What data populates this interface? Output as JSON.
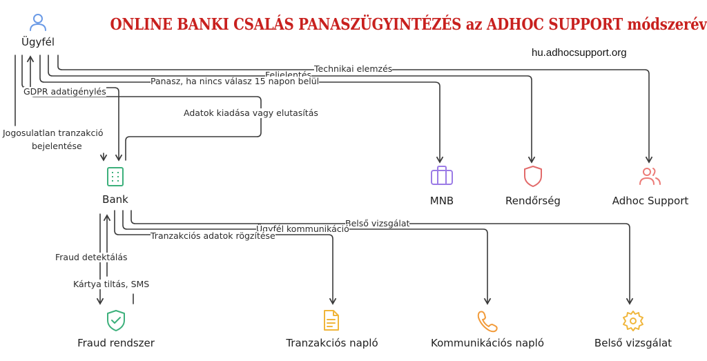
{
  "header": {
    "title": "ONLINE BANKI CSALÁS PANASZÜGYINTÉZÉS az ADHOC SUPPORT módszerével",
    "url": "hu.adhocsupport.org"
  },
  "nodes": {
    "ugyfel": {
      "label": "Ügyfél",
      "icon": "user-icon",
      "color": "#6a9ae6"
    },
    "bank": {
      "label": "Bank",
      "icon": "building-icon",
      "color": "#3cb07b"
    },
    "mnb": {
      "label": "MNB",
      "icon": "briefcase-icon",
      "color": "#9b7be6"
    },
    "rendorseg": {
      "label": "Rendőrség",
      "icon": "shield-icon",
      "color": "#e26a6a"
    },
    "adhoc": {
      "label": "Adhoc Support",
      "icon": "users-icon",
      "color": "#ec7b77"
    },
    "fraud": {
      "label": "Fraud rendszer",
      "icon": "shield-check-icon",
      "color": "#3cb07b"
    },
    "tranzakcios": {
      "label": "Tranzakciós napló",
      "icon": "file-text-icon",
      "color": "#f0b53a"
    },
    "kommunikacios": {
      "label": "Kommunikációs napló",
      "icon": "phone-icon",
      "color": "#f29b3a"
    },
    "belso": {
      "label": "Belső vizsgálat",
      "icon": "gear-icon",
      "color": "#f0b53a"
    }
  },
  "edges": {
    "technikai": "Technikai elemzés",
    "feljelentes": "Feljelentés",
    "panasz": "Panasz, ha nincs válasz 15 napon belül",
    "gdpr": "GDPR adatigénylés",
    "adatok": "Adatok kiadása vagy elutasítás",
    "jogosulatlan_1": "Jogosulatlan tranzakció",
    "jogosulatlan_2": "bejelentése",
    "belso_vizsgalat": "Belső vizsgálat",
    "ugyfel_komm": "Ügyfél kommunikáció",
    "tranz_rogzites": "Tranzakciós adatok rögzítése",
    "fraud_detekt": "Fraud detektálás",
    "kartya": "Kártya tiltás, SMS"
  },
  "colors": {
    "line": "#3a3a3a",
    "title": "#c8201e"
  }
}
